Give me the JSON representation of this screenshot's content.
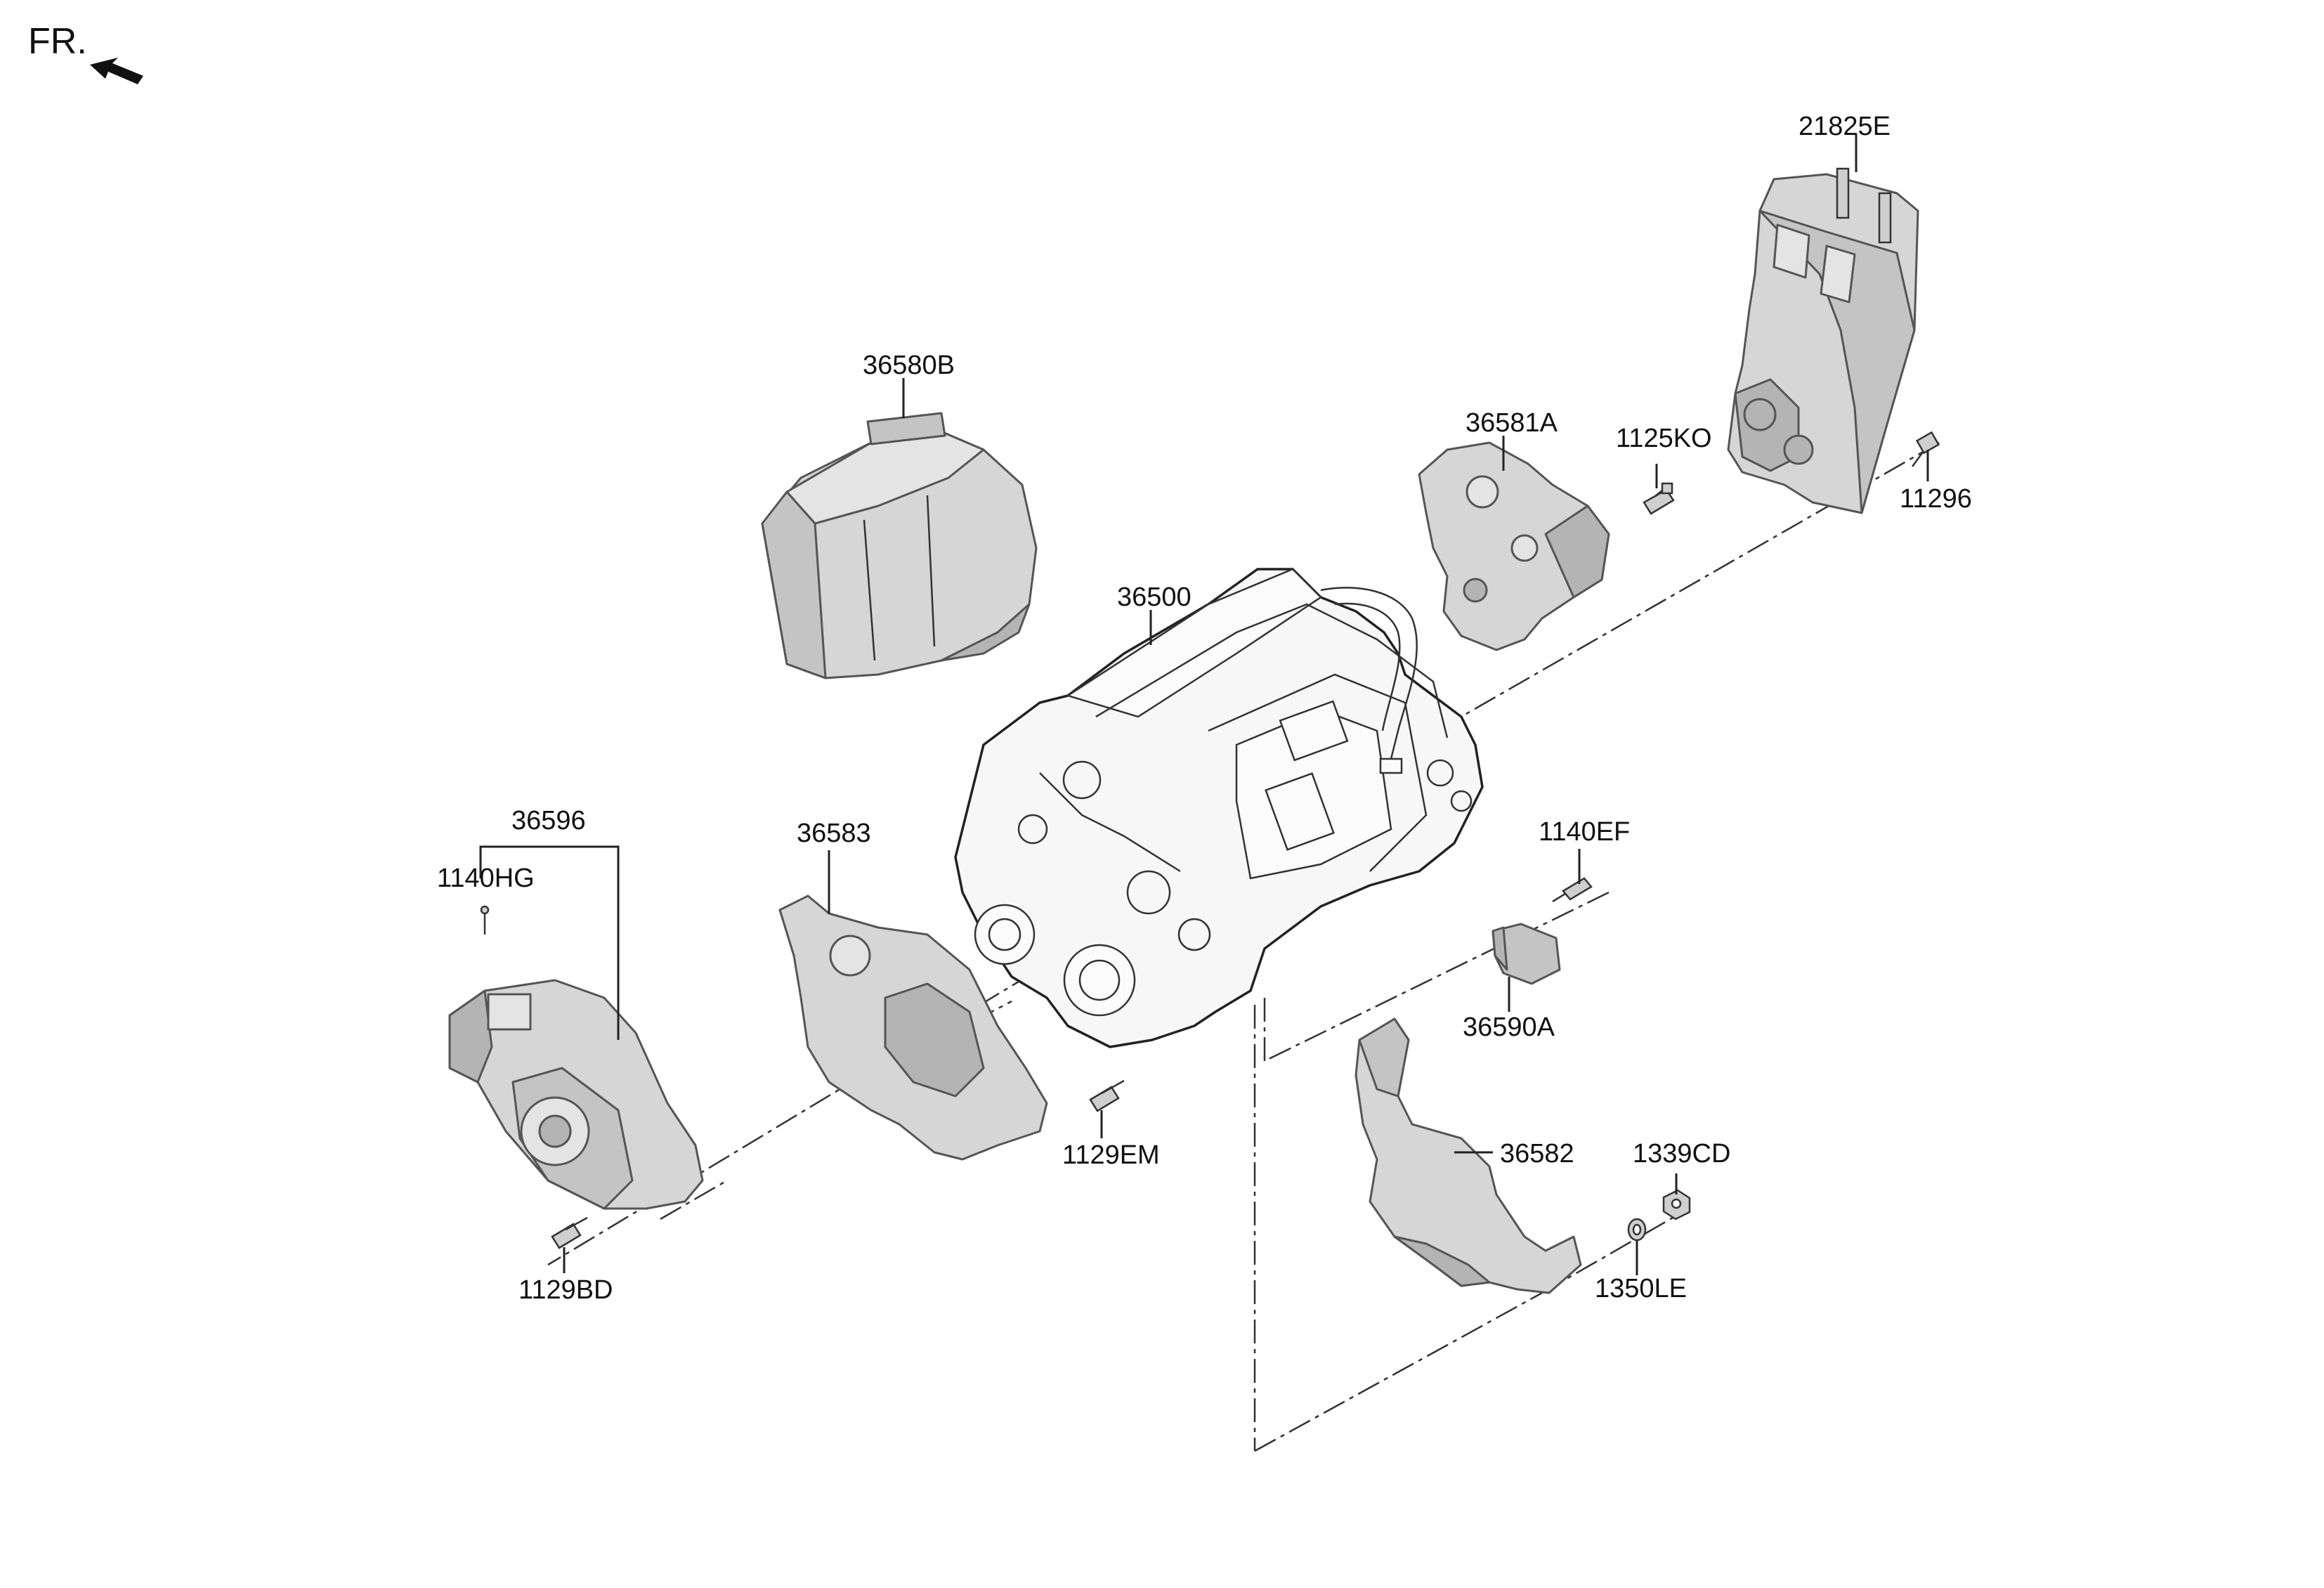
{
  "header": {
    "fr_label": "FR."
  },
  "labels": {
    "p21825E": "21825E",
    "p36580B": "36580B",
    "p36581A": "36581A",
    "p1125KO": "1125KO",
    "p11296": "11296",
    "p36500": "36500",
    "p36596": "36596",
    "p1140HG": "1140HG",
    "p36583": "36583",
    "p1140EF": "1140EF",
    "p36590A": "36590A",
    "p1129EM": "1129EM",
    "p36582": "36582",
    "p1339CD": "1339CD",
    "p1350LE": "1350LE",
    "p1129BD": "1129BD"
  }
}
